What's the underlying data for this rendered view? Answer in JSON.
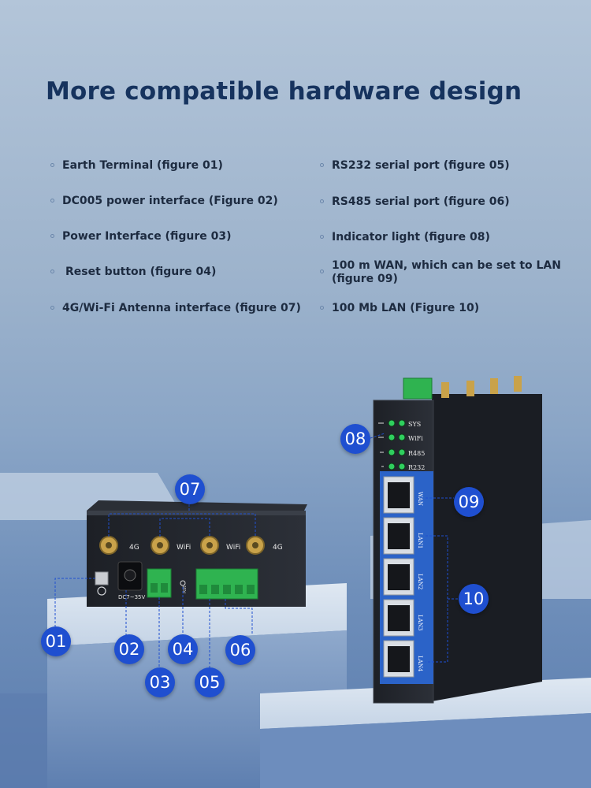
{
  "heading": "More compatible hardware design",
  "features_left": [
    "Earth Terminal (figure 01)",
    "DC005 power interface (Figure 02)",
    "Power Interface (figure 03)",
    "Reset button (figure 04)",
    "4G/Wi-Fi Antenna interface (figure 07)"
  ],
  "features_right": [
    "RS232 serial port (figure 05)",
    "RS485 serial port (figure 06)",
    "Indicator light (figure 08)",
    "100 m WAN, which can be set to LAN (figure 09)",
    "100 Mb LAN (Figure 10)"
  ],
  "callouts": [
    "01",
    "02",
    "03",
    "04",
    "05",
    "06",
    "07",
    "08",
    "09",
    "10"
  ],
  "router_labels": {
    "antennas": [
      "4G",
      "WiFi",
      "WiFi",
      "4G"
    ],
    "power_label": "DC7~35V",
    "reset_label": "Rst"
  },
  "led_labels": [
    "SYS",
    "WiFi",
    "R485",
    "R232"
  ],
  "port_labels": [
    "WAN",
    "LAN1",
    "LAN2",
    "LAN3",
    "LAN4"
  ],
  "colors": {
    "heading": "#16335e",
    "callout": "#1f4fd0",
    "port_panel": "#2b63c8",
    "terminal": "#2fb350"
  }
}
